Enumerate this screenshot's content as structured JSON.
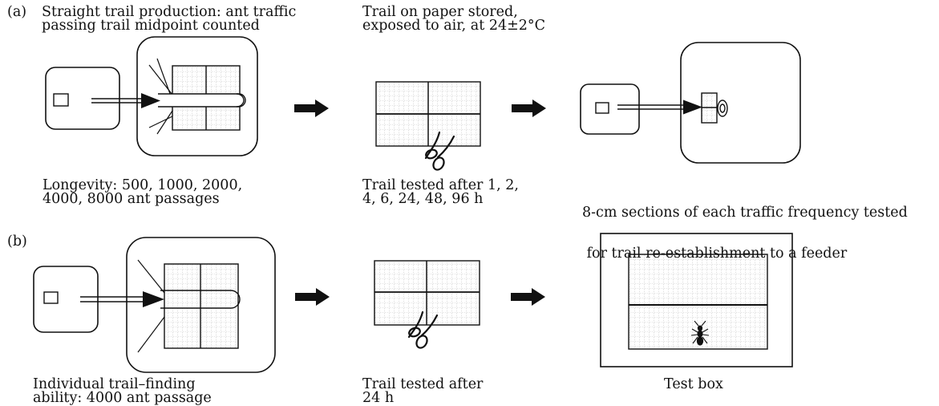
{
  "panel_a": {
    "label": "(a)",
    "step1_title": [
      "Straight trail production: ant traffic",
      "passing trail midpoint counted"
    ],
    "step2_title": [
      "Trail on paper stored,",
      "exposed to air, at 24±2°C"
    ],
    "step1_caption": [
      "Longevity: 500, 1000, 2000,",
      "4000, 8000 ant passages"
    ],
    "step2_caption": [
      "Trail tested after 1, 2,",
      "4, 6, 24, 48, 96 h"
    ],
    "step3_caption": [
      "8-cm sections of each traffic frequency tested",
      " for trail re-establishment to a feeder"
    ]
  },
  "panel_b": {
    "label": "(b)",
    "step1_caption": [
      "Individual trail–finding",
      "ability: 4000 ant passage"
    ],
    "step2_caption": [
      "Trail tested after",
      "24 h"
    ],
    "step3_caption": [
      "Test box"
    ]
  },
  "colors": {
    "ink": "#111111",
    "grid": "#9a9a9a",
    "paper": "#ffffff"
  },
  "icons": [
    "nest-box-icon",
    "foraging-arena-icon",
    "trail-paper-icon",
    "scissors-icon",
    "arrow-right-icon",
    "feeder-icon",
    "ant-icon",
    "test-box-icon"
  ]
}
